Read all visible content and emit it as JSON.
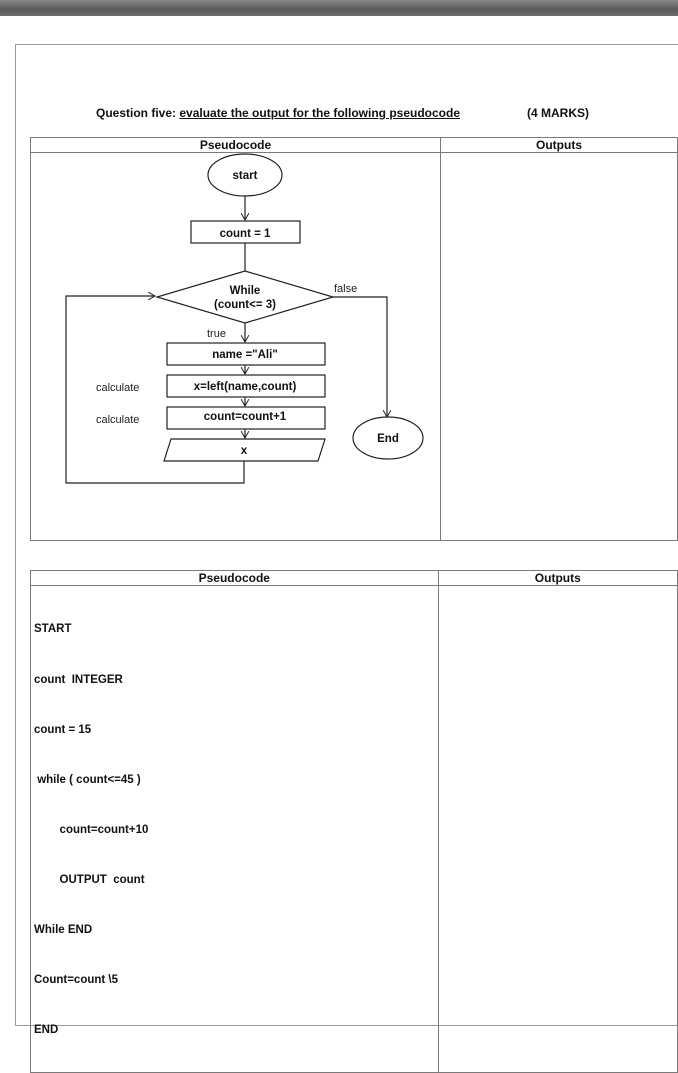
{
  "question": {
    "prefix": "Question five: ",
    "instruction": "evaluate the output for the following pseudocode",
    "marks": "(4 MARKS)"
  },
  "table1": {
    "col_pseudocode": "Pseudocode",
    "col_outputs": "Outputs",
    "flowchart": {
      "start": "start",
      "init": "count = 1",
      "while_line1": "While",
      "while_line2": "(count<= 3)",
      "false_label": "false",
      "true_label": "true",
      "step_name": "name =\"Ali\"",
      "step_left": "x=left(name,count)",
      "step_increment": "count=count+1",
      "output": "x",
      "calculate_1": "calculate",
      "calculate_2": "calculate",
      "end": "End"
    }
  },
  "table2": {
    "col_pseudocode": "Pseudocode",
    "col_outputs": "Outputs",
    "lines": [
      "START",
      "count  INTEGER",
      "count = 15",
      " while ( count<=45 )",
      "        count=count+10",
      "        OUTPUT  count",
      "While END",
      "Count=count \\5",
      "END"
    ]
  }
}
